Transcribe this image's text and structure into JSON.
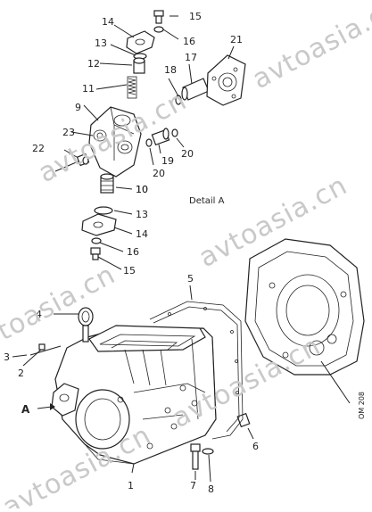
{
  "diagram": {
    "detail_label": "Detail A",
    "view_marker": "A",
    "figure_code": "OM 208",
    "watermarks": [
      "avtoasia.cn",
      "avtoasia.cn",
      "avtoasia.cn",
      "avtoasia.cn",
      "avtoasia.cn",
      "avtoasia.cn"
    ],
    "callouts": [
      "1",
      "2",
      "3",
      "4",
      "5",
      "6",
      "7",
      "8",
      "9",
      "10",
      "11",
      "12",
      "13",
      "14",
      "15",
      "16",
      "17",
      "18",
      "19",
      "20",
      "20",
      "21",
      "22",
      "23",
      "10",
      "13",
      "14",
      "16",
      "15"
    ]
  }
}
